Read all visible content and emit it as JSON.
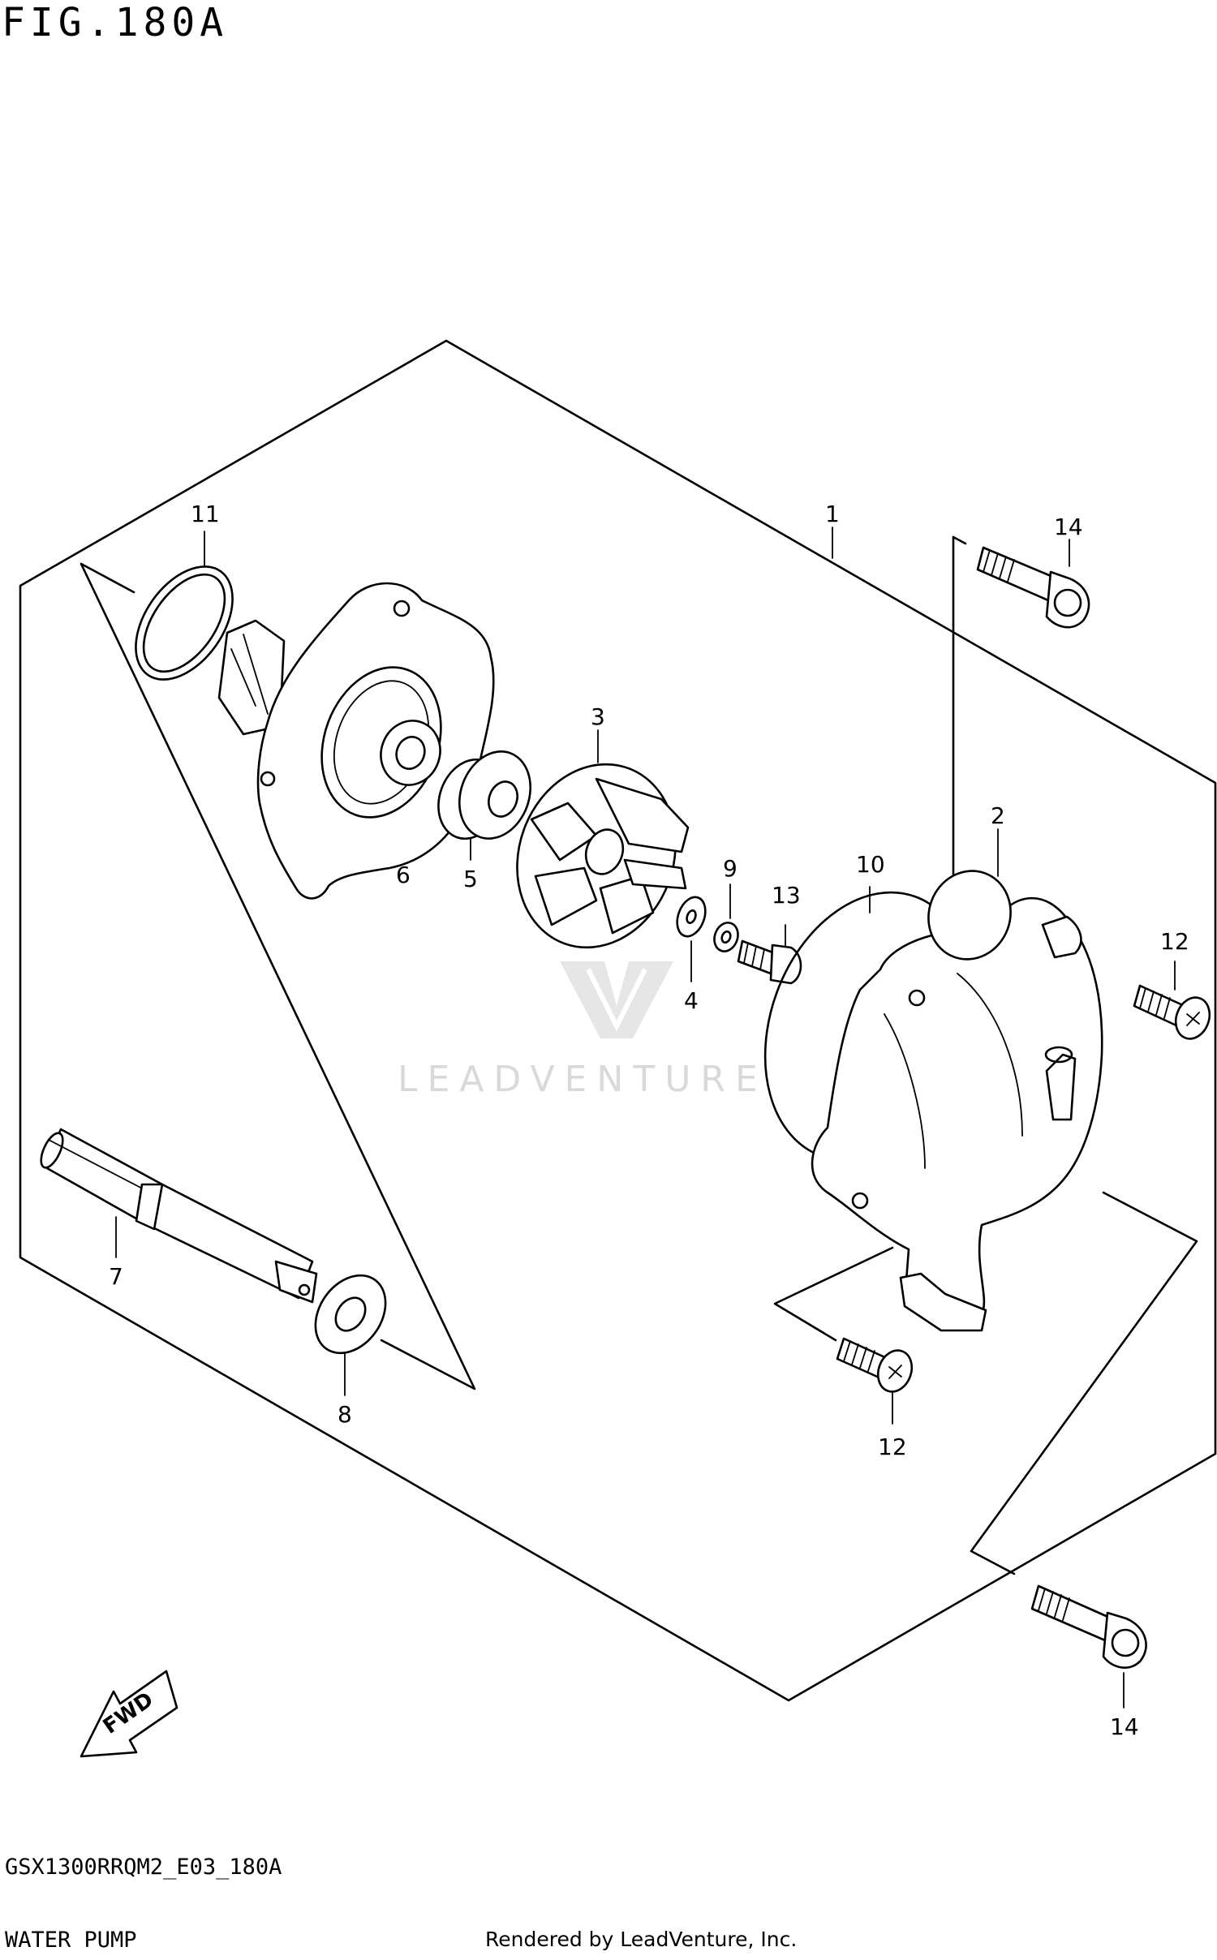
{
  "figure_title": "FIG.180A",
  "model_code": "GSX1300RRQM2_E03_180A",
  "section_name": "WATER PUMP",
  "rendered_by": "Rendered by LeadVenture, Inc.",
  "watermark": "LEADVENTURE",
  "direction_label": "FWD",
  "callouts": {
    "c1": "1",
    "c2": "2",
    "c3": "3",
    "c4": "4",
    "c5": "5",
    "c6": "6",
    "c7": "7",
    "c8": "8",
    "c9": "9",
    "c10": "10",
    "c11": "11",
    "c12a": "12",
    "c12b": "12",
    "c13": "13",
    "c14a": "14",
    "c14b": "14"
  }
}
